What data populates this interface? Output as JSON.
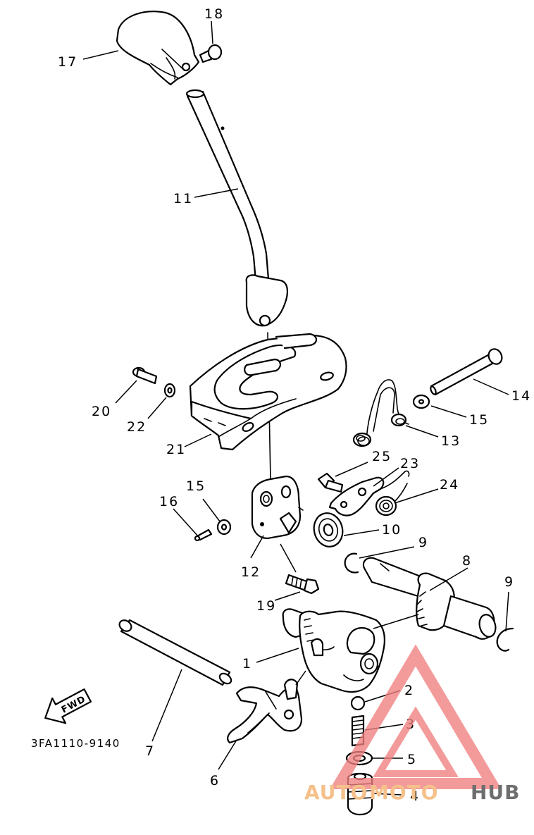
{
  "diagram": {
    "code_label": "3FA1110-9140",
    "fwd_label": "FWD",
    "callouts": [
      {
        "id": "c18",
        "text": "18"
      },
      {
        "id": "c17",
        "text": "17"
      },
      {
        "id": "c11",
        "text": "11"
      },
      {
        "id": "c14",
        "text": "14"
      },
      {
        "id": "c15a",
        "text": "15"
      },
      {
        "id": "c20",
        "text": "20"
      },
      {
        "id": "c22",
        "text": "22"
      },
      {
        "id": "c13",
        "text": "13"
      },
      {
        "id": "c21",
        "text": "21"
      },
      {
        "id": "c25",
        "text": "25"
      },
      {
        "id": "c23",
        "text": "23"
      },
      {
        "id": "c24",
        "text": "24"
      },
      {
        "id": "c15b",
        "text": "15"
      },
      {
        "id": "c16",
        "text": "16"
      },
      {
        "id": "c10",
        "text": "10"
      },
      {
        "id": "c9a",
        "text": "9"
      },
      {
        "id": "c12",
        "text": "12"
      },
      {
        "id": "c8",
        "text": "8"
      },
      {
        "id": "c9b",
        "text": "9"
      },
      {
        "id": "c19",
        "text": "19"
      },
      {
        "id": "c1",
        "text": "1"
      },
      {
        "id": "c2",
        "text": "2"
      },
      {
        "id": "c3",
        "text": "3"
      },
      {
        "id": "c5",
        "text": "5"
      },
      {
        "id": "c7",
        "text": "7"
      },
      {
        "id": "c6",
        "text": "6"
      },
      {
        "id": "c4",
        "text": "4"
      }
    ]
  },
  "watermark": {
    "text_part1": "AUTO",
    "text_part2": "MOTO",
    "text_part3": "HUB",
    "color_primary": "#f08080",
    "color_secondary": "#f5c08a",
    "color_dark": "#6e6e6e"
  }
}
